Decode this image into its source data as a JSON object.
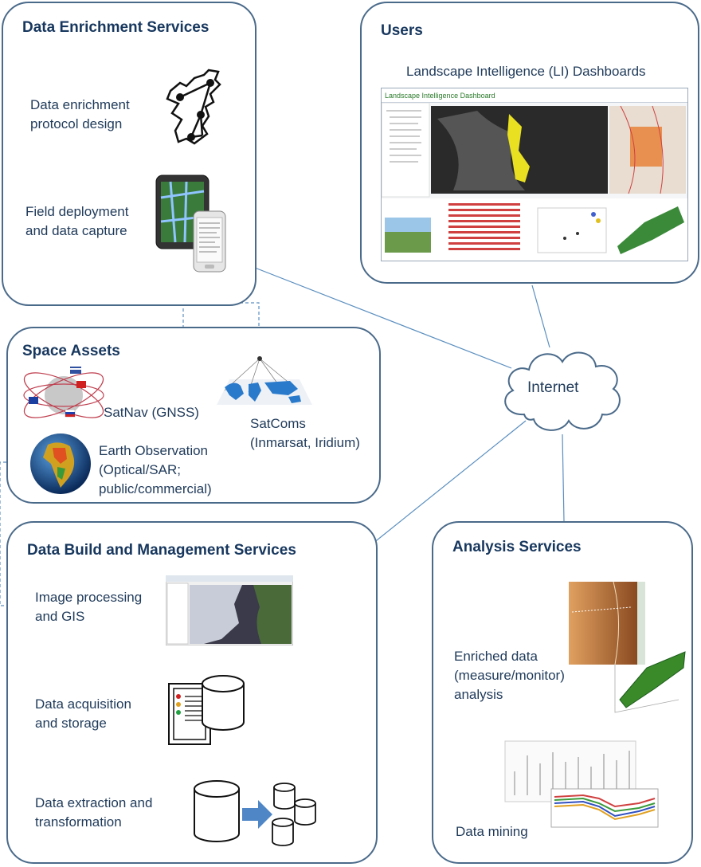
{
  "panels": {
    "enrichment": {
      "title": "Data Enrichment Services",
      "item1_line1": "Data enrichment",
      "item1_line2": "protocol design",
      "item2_line1": "Field deployment",
      "item2_line2": "and data capture"
    },
    "users": {
      "title": "Users",
      "dashboard_caption": "Landscape Intelligence (LI) Dashboards",
      "dashboard_window_title": "Landscape Intelligence Dashboard"
    },
    "space": {
      "title": "Space Assets",
      "satnav": "SatNav (GNSS)",
      "satcoms_line1": "SatComs",
      "satcoms_line2": "(Inmarsat, Iridium)",
      "eo_line1": "Earth Observation",
      "eo_line2": "(Optical/SAR;",
      "eo_line3": "public/commercial)"
    },
    "build": {
      "title": "Data Build and Management Services",
      "item1_line1": "Image processing",
      "item1_line2": "and GIS",
      "item2_line1": "Data acquisition",
      "item2_line2": "and storage",
      "item3_line1": "Data extraction and",
      "item3_line2": "transformation"
    },
    "analysis": {
      "title": "Analysis Services",
      "item1_line1": "Enriched data",
      "item1_line2": "(measure/monitor)",
      "item1_line3": "analysis",
      "item2": "Data mining"
    }
  },
  "internet": {
    "label": "Internet"
  },
  "colors": {
    "panel_border": "#4a6a8a",
    "title_text": "#17375e",
    "body_text": "#1f3a5a",
    "connector": "#5b8fc0",
    "arrow": "#4f86c6"
  },
  "icons": [
    "network-map-icon",
    "tablet-device-icon",
    "smartphone-icon",
    "satellite-orbits-icon",
    "satcom-world-map-icon",
    "earth-globe-icon",
    "server-database-icon",
    "database-transform-icon",
    "gis-screenshot-icon",
    "surface-plot-icon",
    "data-mining-chart-icon"
  ]
}
